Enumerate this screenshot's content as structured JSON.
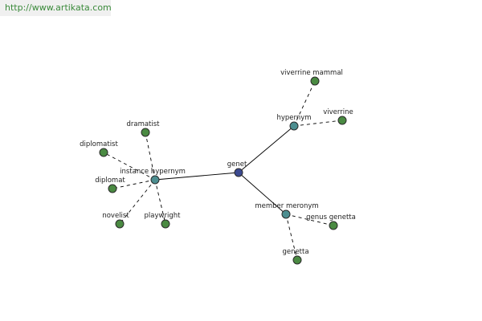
{
  "watermark": {
    "text": "http://www.artikata.com"
  },
  "colors": {
    "center": "#3c4a90",
    "relation": "#4c8e90",
    "leaf": "#4a8a42",
    "watermark_text": "#3a8a3a"
  },
  "graph": {
    "nodes": [
      {
        "id": "genet",
        "label": "genet",
        "kind": "center"
      },
      {
        "id": "instance-hypernym",
        "label": "instance hypernym",
        "kind": "relation"
      },
      {
        "id": "hypernym",
        "label": "hypernym",
        "kind": "relation"
      },
      {
        "id": "member-meronym",
        "label": "member meronym",
        "kind": "relation"
      },
      {
        "id": "dramatist",
        "label": "dramatist",
        "kind": "leaf"
      },
      {
        "id": "diplomatist",
        "label": "diplomatist",
        "kind": "leaf"
      },
      {
        "id": "diplomat",
        "label": "diplomat",
        "kind": "leaf"
      },
      {
        "id": "novelist",
        "label": "novelist",
        "kind": "leaf"
      },
      {
        "id": "playwright",
        "label": "playwright",
        "kind": "leaf"
      },
      {
        "id": "viverrine-mammal",
        "label": "viverrine mammal",
        "kind": "leaf"
      },
      {
        "id": "viverrine",
        "label": "viverrine",
        "kind": "leaf"
      },
      {
        "id": "genus-genetta",
        "label": "genus genetta",
        "kind": "leaf"
      },
      {
        "id": "genetta",
        "label": "genetta",
        "kind": "leaf"
      }
    ],
    "edges": [
      {
        "from": "genet",
        "to": "instance-hypernym",
        "style": "solid"
      },
      {
        "from": "genet",
        "to": "hypernym",
        "style": "solid"
      },
      {
        "from": "genet",
        "to": "member-meronym",
        "style": "solid"
      },
      {
        "from": "instance-hypernym",
        "to": "dramatist",
        "style": "dashed"
      },
      {
        "from": "instance-hypernym",
        "to": "diplomatist",
        "style": "dashed"
      },
      {
        "from": "instance-hypernym",
        "to": "diplomat",
        "style": "dashed"
      },
      {
        "from": "instance-hypernym",
        "to": "novelist",
        "style": "dashed"
      },
      {
        "from": "instance-hypernym",
        "to": "playwright",
        "style": "dashed"
      },
      {
        "from": "hypernym",
        "to": "viverrine-mammal",
        "style": "dashed"
      },
      {
        "from": "hypernym",
        "to": "viverrine",
        "style": "dashed"
      },
      {
        "from": "member-meronym",
        "to": "genus-genetta",
        "style": "dashed"
      },
      {
        "from": "member-meronym",
        "to": "genetta",
        "style": "dashed"
      }
    ]
  }
}
